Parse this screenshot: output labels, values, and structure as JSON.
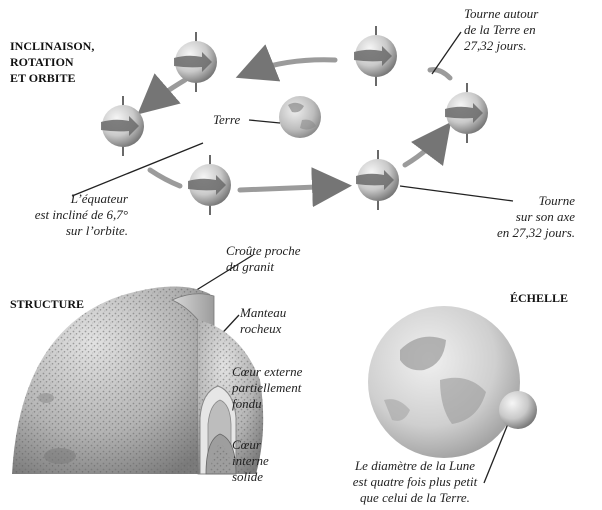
{
  "headings": {
    "orbit": [
      "INCLINAISON,",
      "ROTATION",
      "ET ORBITE"
    ],
    "structure": "STRUCTURE",
    "scale": "ÉCHELLE"
  },
  "labels": {
    "earth": "Terre",
    "orbit_period": [
      "Tourne autour",
      "de la Terre en",
      "27,32 jours."
    ],
    "equator": [
      "L’équateur",
      "est incliné de 6,7°",
      "sur l’orbite."
    ],
    "axis_rotation": [
      "Tourne",
      "sur son axe",
      "en 27,32 jours."
    ],
    "crust": [
      "Croûte proche",
      "du granit"
    ],
    "mantle": [
      "Manteau",
      "rocheux"
    ],
    "outer_core": [
      "Cœur externe",
      "partiellement",
      "fondu"
    ],
    "inner_core": [
      "Cœur",
      "interne",
      "solide"
    ],
    "scale_note": [
      "Le diamètre de la Lune",
      "est quatre fois plus petit",
      "que celui de la Terre."
    ]
  },
  "colors": {
    "ink": "#222222",
    "sphere_light": "#f4f4f4",
    "sphere_dark": "#6e6e6e",
    "arrow": "#6a6a6a",
    "rock": "#9a9a9a"
  },
  "icons": {
    "moon_phase": "sphere-with-rotation-arrow",
    "earth": "globe",
    "cutaway": "moon-cutaway"
  }
}
